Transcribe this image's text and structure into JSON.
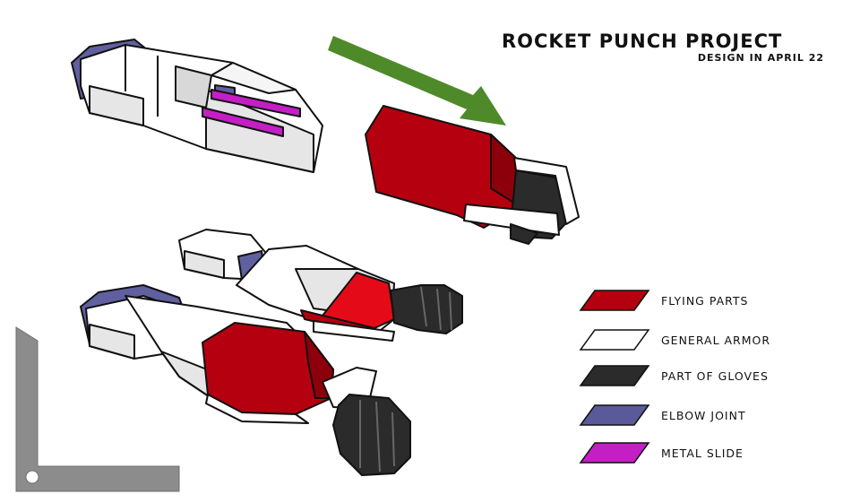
{
  "header": {
    "title": "ROCKET PUNCH PROJECT",
    "subtitle": "DESIGN IN APRIL 22"
  },
  "legend": {
    "items": [
      {
        "label": "FLYING PARTS",
        "color": "#b5000f"
      },
      {
        "label": "GENERAL ARMOR",
        "color": "#ffffff"
      },
      {
        "label": "PART OF GLOVES",
        "color": "#2b2b2b"
      },
      {
        "label": "ELBOW JOINT",
        "color": "#5a5a9a"
      },
      {
        "label": "METAL SLIDE",
        "color": "#c41fc4"
      }
    ]
  },
  "colors": {
    "arrow": "#4f8a2a",
    "corner_bracket": "#8c8c8c",
    "outline": "#111111",
    "armor_shade": "#e6e6e6"
  },
  "illustrations": [
    {
      "name": "armor-with-metal-slides-illustration"
    },
    {
      "name": "detached-flying-fist-illustration"
    },
    {
      "name": "arm-with-glove-extended-illustration"
    },
    {
      "name": "arm-assembled-illustration"
    }
  ]
}
